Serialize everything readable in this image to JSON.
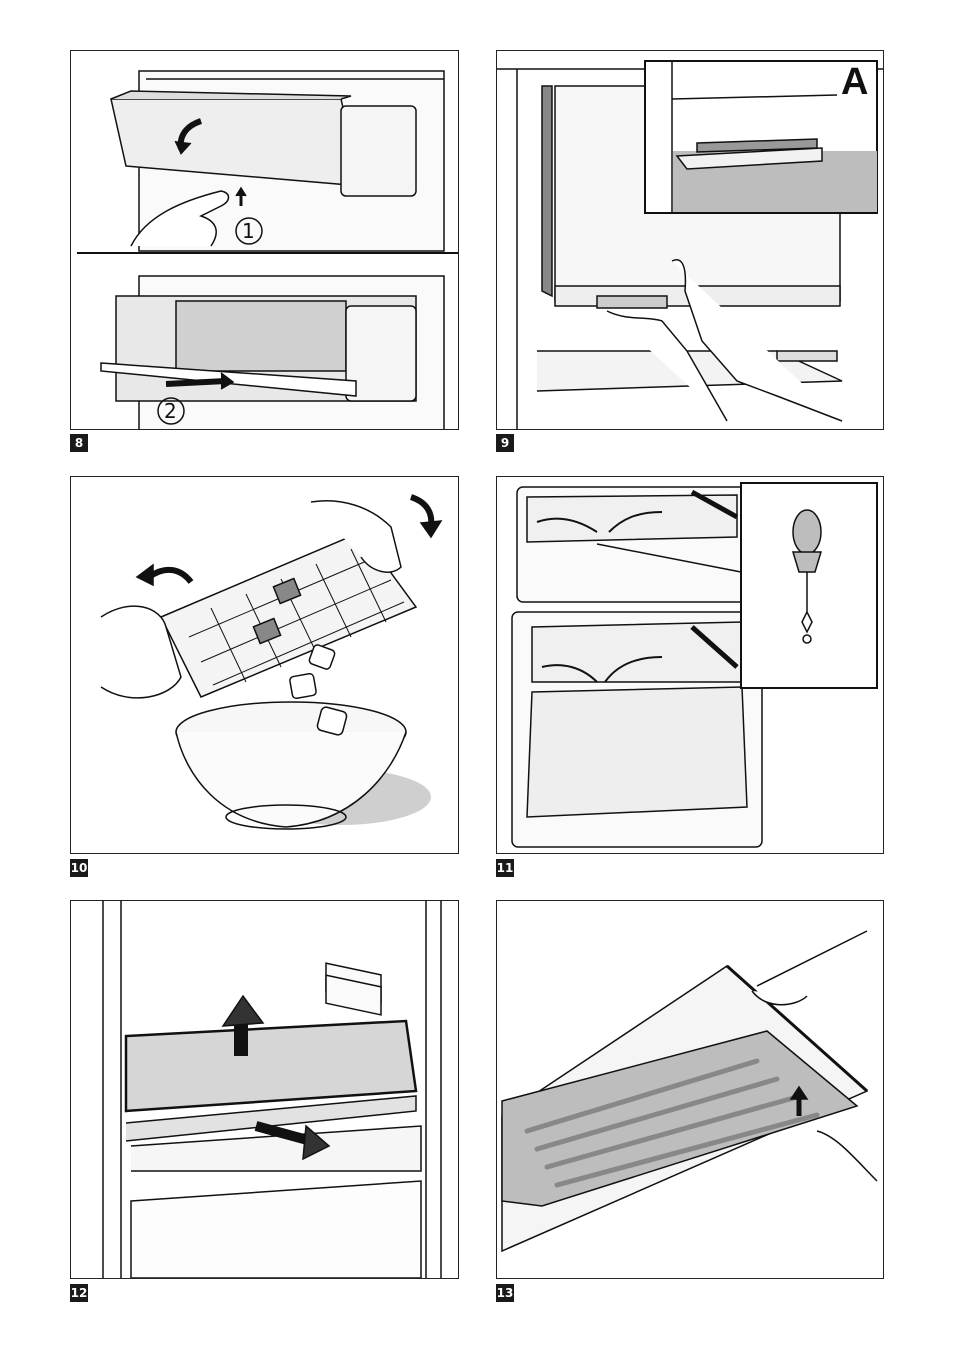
{
  "figures": [
    {
      "number": "8",
      "steps": [
        "1",
        "2"
      ]
    },
    {
      "number": "9",
      "inset_label": "A"
    },
    {
      "number": "10"
    },
    {
      "number": "11"
    },
    {
      "number": "12"
    },
    {
      "number": "13"
    }
  ],
  "colors": {
    "line": "#111111",
    "gray": "#bdbdbd",
    "dark": "#555555"
  }
}
